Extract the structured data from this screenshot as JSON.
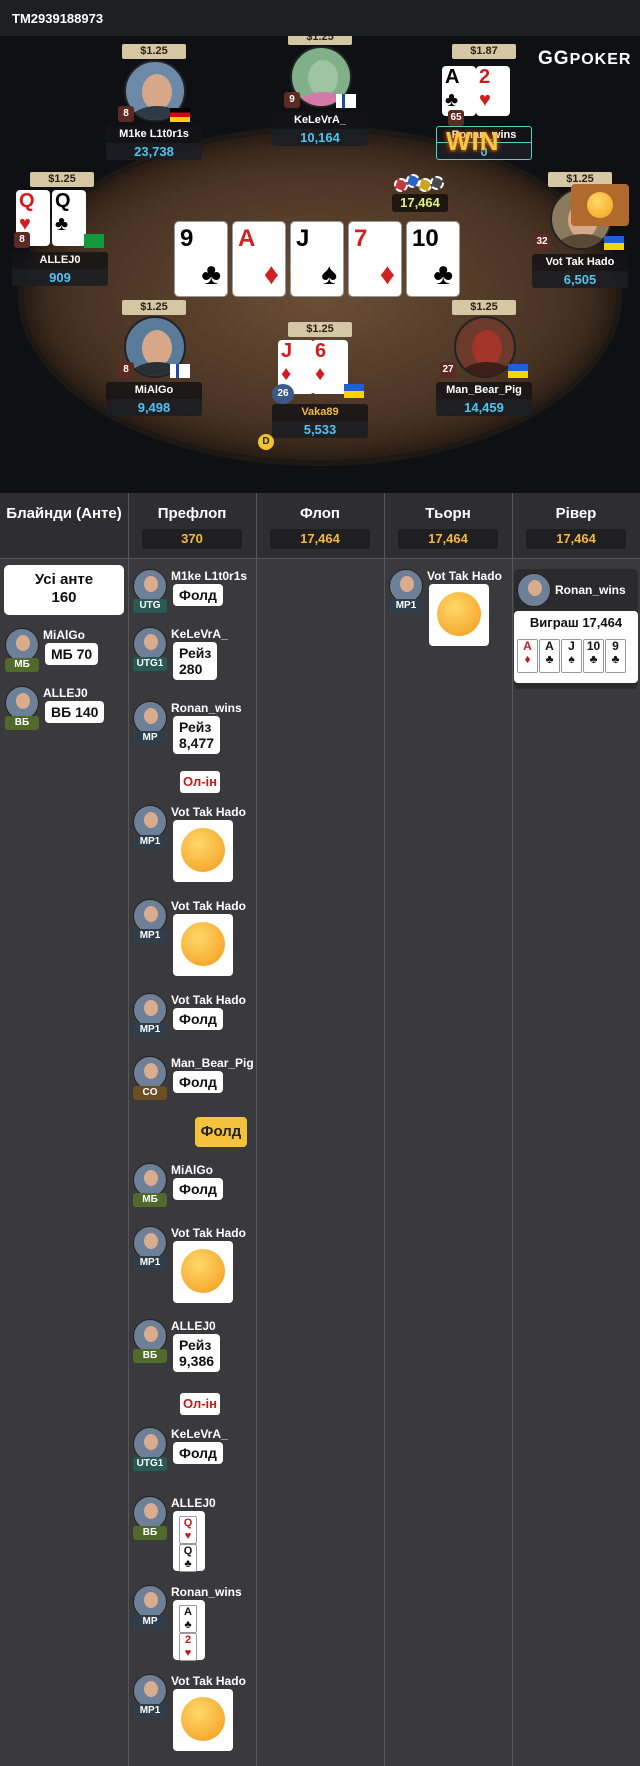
{
  "hand_id": "TM2939188973",
  "logo": {
    "gg": "GG",
    "text": "POKER"
  },
  "pot": "17,464",
  "win_label": "WIN",
  "dealer_label": "D",
  "board": [
    {
      "rank": "9",
      "suit": "♣",
      "red": false
    },
    {
      "rank": "A",
      "suit": "♦",
      "red": true
    },
    {
      "rank": "J",
      "suit": "♠",
      "red": false
    },
    {
      "rank": "7",
      "suit": "♦",
      "red": true
    },
    {
      "rank": "10",
      "suit": "♣",
      "red": false
    }
  ],
  "seats": [
    {
      "name": "M1ke L1t0r1s",
      "stack": "23,738",
      "bet": "$1.25",
      "level": "8",
      "flag": "de"
    },
    {
      "name": "KeLeVrA_",
      "stack": "10,164",
      "bet": "$1.25",
      "level": "9",
      "flag": "fi"
    },
    {
      "name": "Ronan_wins",
      "stack": "0",
      "bet": "$1.87",
      "level": "65",
      "flag": ""
    },
    {
      "name": "ALLEJ0",
      "stack": "909",
      "bet": "$1.25",
      "level": "8",
      "flag": "br"
    },
    {
      "name": "Vot Tak Hado",
      "stack": "6,505",
      "bet": "$1.25",
      "level": "32",
      "flag": "ua"
    },
    {
      "name": "MiAlGo",
      "stack": "9,498",
      "bet": "$1.25",
      "level": "8",
      "flag": "fi"
    },
    {
      "name": "Vaka89",
      "stack": "5,533",
      "bet": "$1.25",
      "level": "26",
      "flag": "ua"
    },
    {
      "name": "Man_Bear_Pig",
      "stack": "14,459",
      "bet": "$1.25",
      "level": "27",
      "flag": "ua"
    }
  ],
  "history": {
    "headers": [
      {
        "title": "Блайнди (Анте)",
        "amount": ""
      },
      {
        "title": "Префлоп",
        "amount": "370"
      },
      {
        "title": "Флоп",
        "amount": "17,464"
      },
      {
        "title": "Тьорн",
        "amount": "17,464"
      },
      {
        "title": "Рівер",
        "amount": "17,464"
      }
    ],
    "ante": {
      "line1": "Усі анте",
      "line2": "160"
    },
    "blinds": [
      {
        "name": "MiAlGo",
        "pos": "МБ",
        "action": "МБ 70"
      },
      {
        "name": "ALLEJ0",
        "pos": "ВБ",
        "action": "ВБ 140"
      }
    ],
    "preflop": [
      {
        "name": "M1ke L1t0r1s",
        "pos": "UTG",
        "action": "Фолд"
      },
      {
        "name": "KeLeVrA_",
        "pos": "UTG1",
        "action": "Рейз\n280"
      },
      {
        "name": "Ronan_wins",
        "pos": "МР",
        "action": "Рейз\n8,477"
      },
      {
        "name": "Vot Tak Hado",
        "pos": "МР1",
        "action": ""
      },
      {
        "name": "Vot Tak Hado",
        "pos": "МР1",
        "action": ""
      },
      {
        "name": "Vot Tak Hado",
        "pos": "МР1",
        "action": "Фолд"
      },
      {
        "name": "Man_Bear_Pig",
        "pos": "CO",
        "action": "Фолд"
      },
      {
        "name": "MiAlGo",
        "pos": "МБ",
        "action": "Фолд"
      },
      {
        "name": "Vot Tak Hado",
        "pos": "МР1",
        "action": ""
      },
      {
        "name": "ALLEJ0",
        "pos": "ВБ",
        "action": "Рейз\n9,386"
      },
      {
        "name": "KeLeVrA_",
        "pos": "UTG1",
        "action": "Фолд"
      },
      {
        "name": "ALLEJ0",
        "pos": "ВБ",
        "action": ""
      },
      {
        "name": "Ronan_wins",
        "pos": "МР",
        "action": ""
      },
      {
        "name": "Vot Tak Hado",
        "pos": "МР1",
        "action": ""
      }
    ],
    "allin_label": "Ол-ін",
    "hero_fold": "Фолд",
    "turn": {
      "name": "Vot Tak Hado",
      "pos": "МР1"
    },
    "river": {
      "name": "Ronan_wins",
      "win": "Виграш 17,464"
    },
    "allej0_cards": [
      {
        "r": "Q",
        "s": "♥",
        "red": true
      },
      {
        "r": "Q",
        "s": "♣",
        "red": false
      }
    ],
    "ronan_cards": [
      {
        "r": "A",
        "s": "♣",
        "red": false
      },
      {
        "r": "2",
        "s": "♥",
        "red": true
      }
    ],
    "win_cards": [
      {
        "r": "A",
        "s": "♦",
        "red": true
      },
      {
        "r": "A",
        "s": "♣",
        "red": false
      },
      {
        "r": "J",
        "s": "♠",
        "red": false
      },
      {
        "r": "10",
        "s": "♣",
        "red": false
      },
      {
        "r": "9",
        "s": "♣",
        "red": false
      }
    ]
  }
}
